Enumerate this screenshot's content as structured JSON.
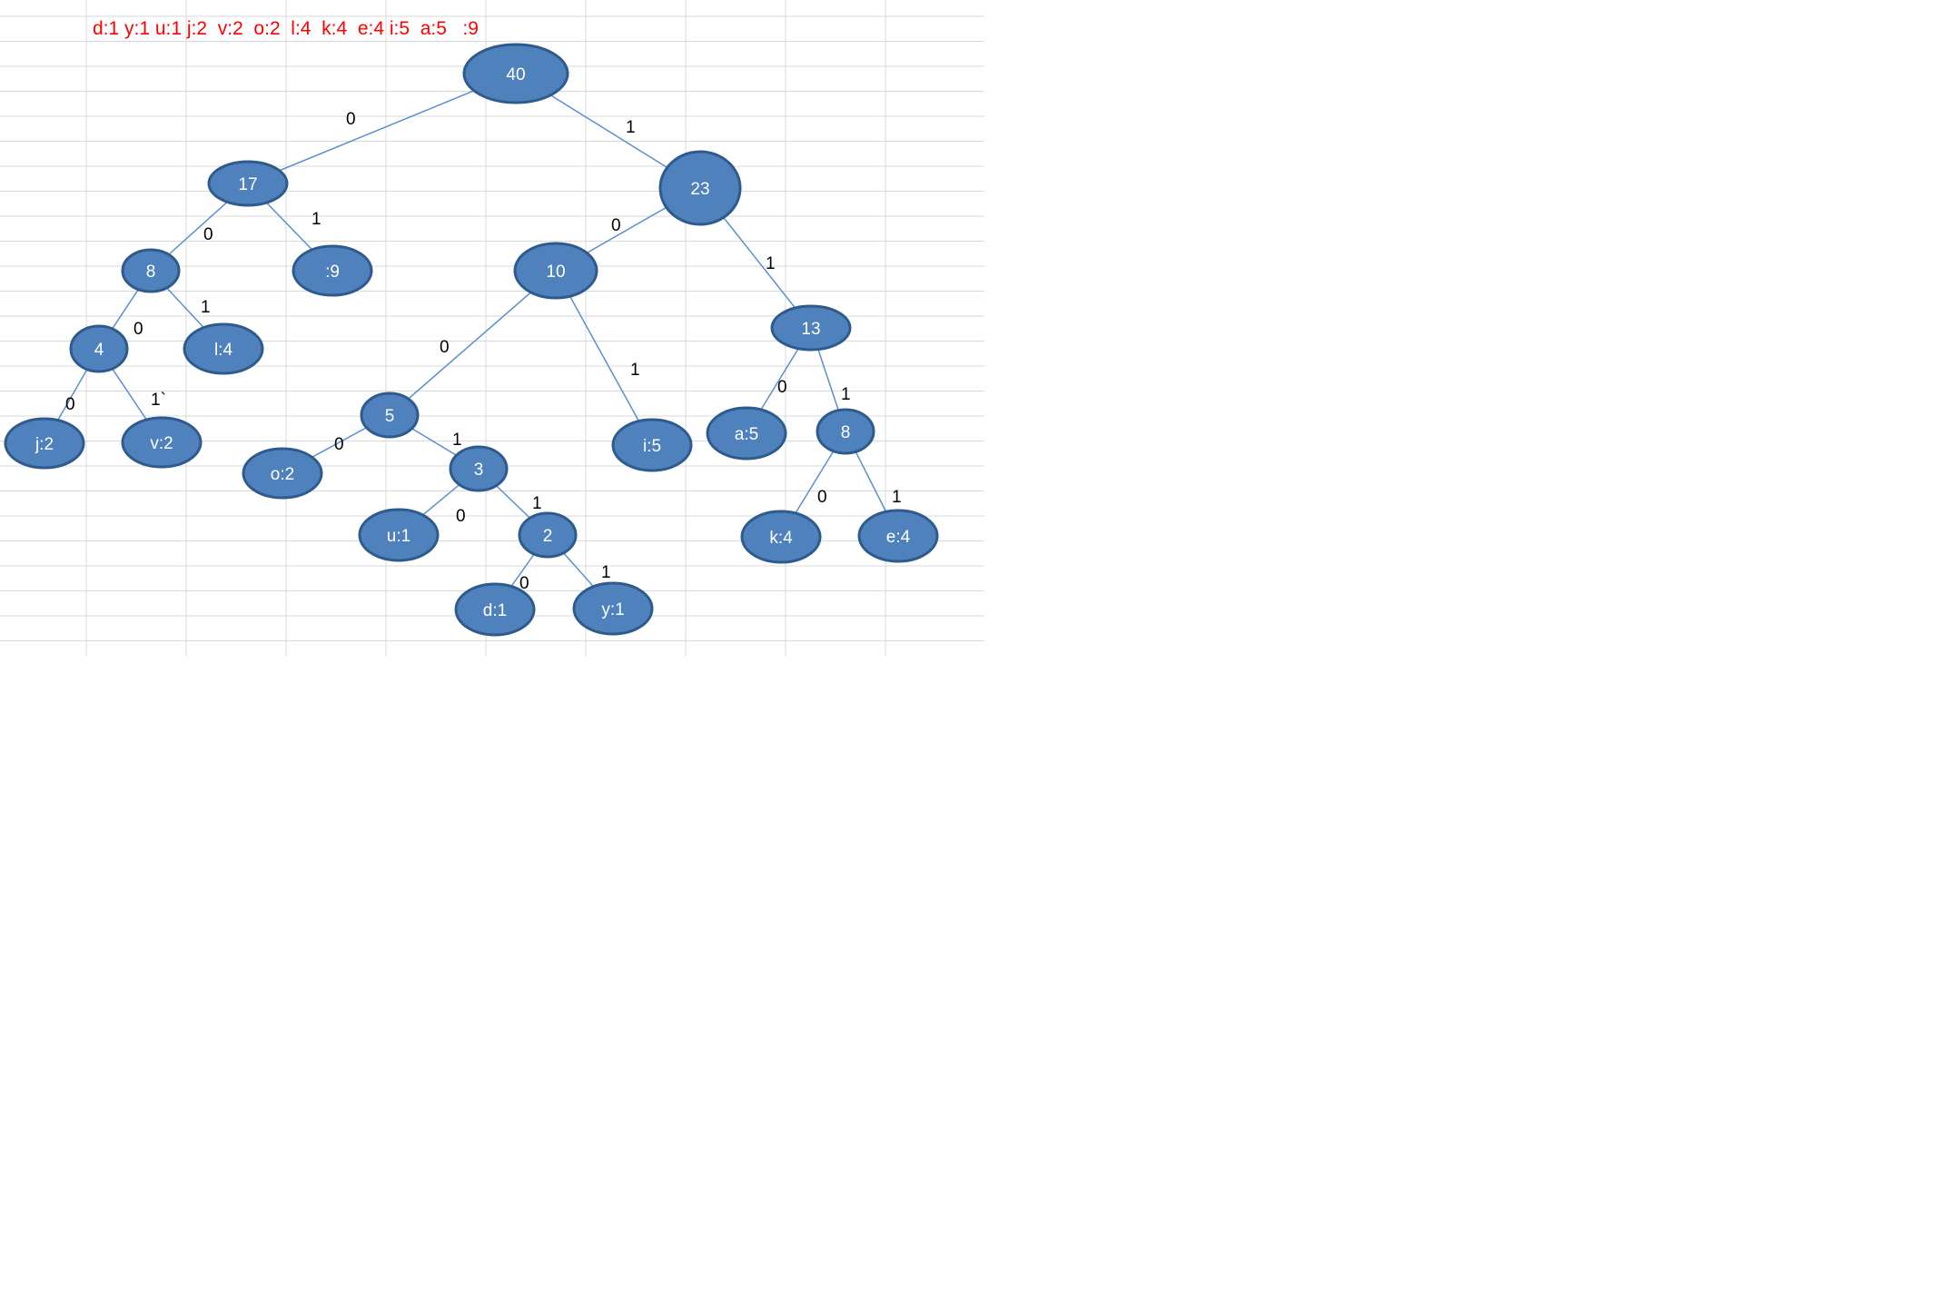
{
  "frequency_header": "d:1 y:1 u:1 j:2  v:2  o:2  l:4  k:4  e:4 i:5  a:5   :9",
  "colors": {
    "node_fill": "#4f81bd",
    "node_stroke": "#2e5b8c",
    "edge": "#5b8fd0",
    "header_text": "#ff0000",
    "grid": "#d9d9d9"
  },
  "tree": {
    "nodes": [
      {
        "id": "n40",
        "label": "40"
      },
      {
        "id": "n17",
        "label": "17"
      },
      {
        "id": "n23",
        "label": "23"
      },
      {
        "id": "n8a",
        "label": "8"
      },
      {
        "id": "s9",
        "label": ":9"
      },
      {
        "id": "n10",
        "label": "10"
      },
      {
        "id": "n13",
        "label": "13"
      },
      {
        "id": "n4",
        "label": "4"
      },
      {
        "id": "l4",
        "label": "l:4"
      },
      {
        "id": "n5",
        "label": "5"
      },
      {
        "id": "i5",
        "label": "i:5"
      },
      {
        "id": "a5",
        "label": "a:5"
      },
      {
        "id": "n8b",
        "label": "8"
      },
      {
        "id": "j2",
        "label": "j:2"
      },
      {
        "id": "v2",
        "label": "v:2"
      },
      {
        "id": "o2",
        "label": "o:2"
      },
      {
        "id": "n3",
        "label": "3"
      },
      {
        "id": "k4",
        "label": "k:4"
      },
      {
        "id": "e4",
        "label": "e:4"
      },
      {
        "id": "u1",
        "label": "u:1"
      },
      {
        "id": "n2",
        "label": "2"
      },
      {
        "id": "d1",
        "label": "d:1"
      },
      {
        "id": "y1",
        "label": "y:1"
      }
    ],
    "edges": [
      {
        "from": "n40",
        "to": "n17",
        "label": "0"
      },
      {
        "from": "n40",
        "to": "n23",
        "label": "1"
      },
      {
        "from": "n17",
        "to": "n8a",
        "label": "0"
      },
      {
        "from": "n17",
        "to": "s9",
        "label": "1"
      },
      {
        "from": "n23",
        "to": "n10",
        "label": "0"
      },
      {
        "from": "n23",
        "to": "n13",
        "label": "1"
      },
      {
        "from": "n8a",
        "to": "n4",
        "label": "0"
      },
      {
        "from": "n8a",
        "to": "l4",
        "label": "1"
      },
      {
        "from": "n4",
        "to": "j2",
        "label": "0"
      },
      {
        "from": "n4",
        "to": "v2",
        "label": "1`"
      },
      {
        "from": "n10",
        "to": "n5",
        "label": "0"
      },
      {
        "from": "n10",
        "to": "i5",
        "label": "1"
      },
      {
        "from": "n5",
        "to": "o2",
        "label": "0"
      },
      {
        "from": "n5",
        "to": "n3",
        "label": "1"
      },
      {
        "from": "n3",
        "to": "u1",
        "label": "0"
      },
      {
        "from": "n3",
        "to": "n2",
        "label": "1"
      },
      {
        "from": "n2",
        "to": "d1",
        "label": "0"
      },
      {
        "from": "n2",
        "to": "y1",
        "label": "1"
      },
      {
        "from": "n13",
        "to": "a5",
        "label": "0"
      },
      {
        "from": "n13",
        "to": "n8b",
        "label": "1"
      },
      {
        "from": "n8b",
        "to": "k4",
        "label": "0"
      },
      {
        "from": "n8b",
        "to": "e4",
        "label": "1"
      }
    ]
  }
}
